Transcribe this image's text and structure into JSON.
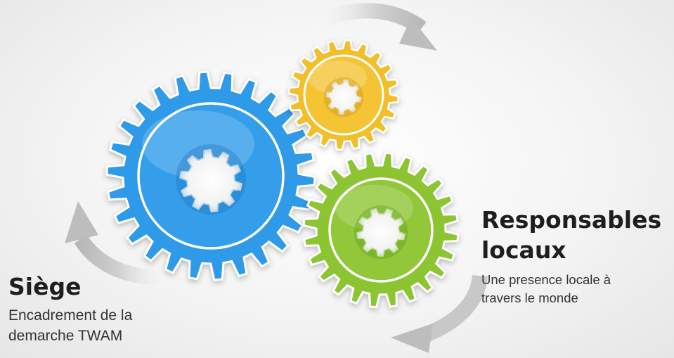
{
  "gears": [
    {
      "name": "blue-gear",
      "color": "#2d9ae8",
      "light": "#8fd2ff",
      "dark": "#1467b8"
    },
    {
      "name": "yellow-gear",
      "color": "#f2bf2c",
      "light": "#ffe58a",
      "dark": "#c98a0a"
    },
    {
      "name": "green-gear",
      "color": "#8cc433",
      "light": "#cdea7a",
      "dark": "#4d8d14"
    }
  ],
  "arrows": [
    "top-arrow",
    "left-arrow",
    "bottom-arrow"
  ],
  "siege": {
    "title": "Siège",
    "desc_line1": "Encadrement de la",
    "desc_line2": "demarche TWAM"
  },
  "responsables": {
    "title_line1": "Responsables",
    "title_line2": "locaux",
    "desc_line1": "Une presence locale à",
    "desc_line2": "travers le monde"
  }
}
